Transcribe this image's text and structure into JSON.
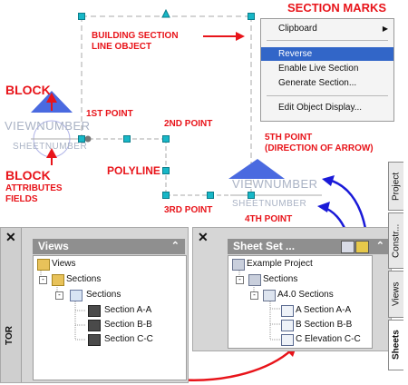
{
  "callouts": {
    "section_marks": "SECTION MARKS",
    "building_section": "BUILDING SECTION",
    "line_object": "LINE OBJECT",
    "block": "BLOCK",
    "first_point": "1ST POINT",
    "second_point": "2ND POINT",
    "fifth_point": "5TH POINT",
    "direction_of_arrow": "(DIRECTION OF ARROW)",
    "block_attr_1": "BLOCK",
    "block_attr_2": "ATTRIBUTES",
    "block_attr_3": "FIELDS",
    "polyline": "POLYLINE",
    "third_point": "3RD POINT",
    "fourth_point": "4TH POINT"
  },
  "marks": {
    "viewnumber": "VIEWNUMBER",
    "sheetnumber": "SHEETNUMBER"
  },
  "context_menu": {
    "items": [
      "Clipboard",
      "Reverse",
      "Enable Live Section",
      "Generate Section...",
      "Edit Object Display..."
    ],
    "selected": "Reverse"
  },
  "views_palette": {
    "close": "✕",
    "title": "Views",
    "side_label": "TOR",
    "tree": [
      "Views",
      "Sections",
      "Sections",
      "Section A-A",
      "Section B-B",
      "Section C-C"
    ]
  },
  "sheet_palette": {
    "close": "✕",
    "title": "Sheet Set ...",
    "tree": [
      "Example Project",
      "Sections",
      "A4.0 Sections",
      "A Section A-A",
      "B Section B-B",
      "C Elevation C-C"
    ],
    "tabs": [
      "Project",
      "Constr...",
      "Views",
      "Sheets"
    ]
  },
  "colors": {
    "callout": "#e8141a",
    "arrow_blue": "#1a1ad8",
    "grip": "#17b7c7",
    "selection": "#3266c8"
  }
}
